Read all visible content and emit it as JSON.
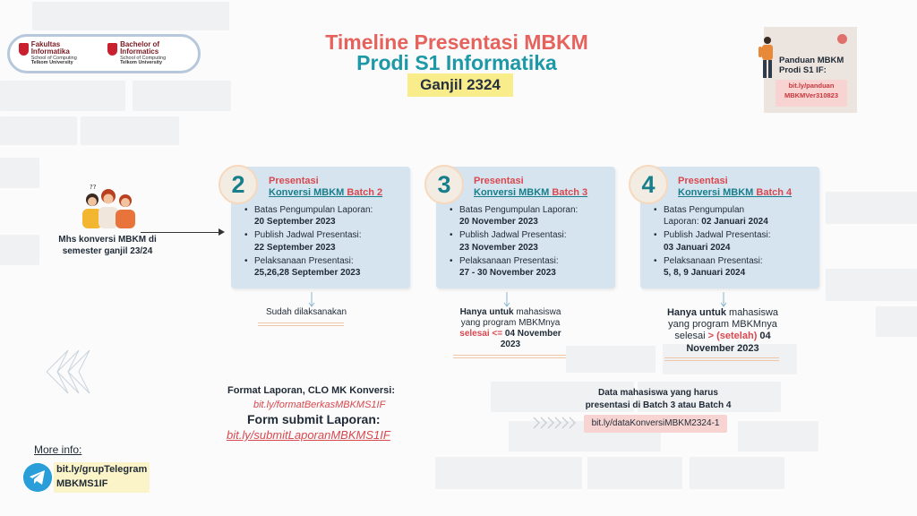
{
  "logos": {
    "left": {
      "line1": "Fakultas Informatika",
      "line2": "School of Computing",
      "line3": "Telkom University"
    },
    "right": {
      "line1": "Bachelor of Informatics",
      "line2": "School of Computing",
      "line3": "Telkom University"
    }
  },
  "title": {
    "line1": "Timeline Presentasi MBKM",
    "line2": "Prodi S1 Informatika",
    "term": "Ganjil 2324"
  },
  "guide": {
    "label_line1": "Panduan MBKM",
    "label_line2": "Prodi S1 IF:",
    "link_line1": "bit.ly/panduan",
    "link_line2": "MBKMVer310823"
  },
  "students": {
    "line1": "Mhs konversi MBKM di",
    "line2": "semester ganjil 23/24"
  },
  "batches": [
    {
      "number": "2",
      "title1": "Presentasi",
      "title2_prefix": "Konversi MBKM ",
      "title2_batch": "Batch 2",
      "items": [
        {
          "label": "Batas Pengumpulan Laporan:",
          "value": "20 September 2023"
        },
        {
          "label": "Publish Jadwal Presentasi:",
          "value": "22 September 2023"
        },
        {
          "label": "Pelaksanaan Presentasi:",
          "value": "25,26,28 September 2023"
        }
      ],
      "note": "Sudah dilaksanakan"
    },
    {
      "number": "3",
      "title1": "Presentasi",
      "title2_prefix": "Konversi MBKM ",
      "title2_batch": "Batch 3",
      "items": [
        {
          "label": "Batas Pengumpulan Laporan:",
          "value": "20 November 2023"
        },
        {
          "label": "Publish Jadwal Presentasi:",
          "value": "23 November 2023"
        },
        {
          "label": "Pelaksanaan Presentasi:",
          "value": "27 - 30 November 2023"
        }
      ],
      "note": {
        "bold1": "Hanya untuk",
        "text1": " mahasiswa",
        "line2": "yang program MBKMnya",
        "red": "selesai <=",
        "text3": " 04 November",
        "line4": "2023"
      }
    },
    {
      "number": "4",
      "title1": "Presentasi",
      "title2_prefix": "Konversi MBKM ",
      "title2_batch": "Batch 4",
      "items": [
        {
          "label": "Batas Pengumpulan",
          "label2": "Laporan: ",
          "value": "02 Januari 2024"
        },
        {
          "label": "Publish Jadwal Presentasi:",
          "value": "03 Januari 2024"
        },
        {
          "label": "Pelaksanaan Presentasi:",
          "value": "5, 8, 9 Januari 2024"
        }
      ],
      "note": {
        "bold1": "Hanya untuk",
        "text1": " mahasiswa",
        "line2": "yang program MBKMnya",
        "text3a": "selesai ",
        "red": "> (setelah)",
        "text3": " 04",
        "line4": "November 2023"
      }
    }
  ],
  "report": {
    "format_label": "Format Laporan, CLO MK Konversi:",
    "format_link": "bit.ly/formatBerkasMBKMS1IF",
    "form_label": "Form submit Laporan:",
    "form_link": "bit.ly/submitLaporanMBKMS1IF"
  },
  "data_students": {
    "line1": "Data mahasiswa yang harus",
    "line2": "presentasi di Batch 3 atau Batch 4",
    "link": "bit.ly/dataKonversiMBKM2324-1"
  },
  "more_info": {
    "label": "More info:",
    "link_line1": "bit.ly/grupTelegram",
    "link_line2": "MBKMS1IF"
  },
  "colors": {
    "accent_red": "#d9484e",
    "accent_teal": "#177f8c",
    "card_bg": "#d6e4ef",
    "highlight_yellow": "#f9ec8a",
    "link_bg_pink": "#f7d4d2",
    "telegram_blue": "#2a9ed8"
  },
  "icons": [
    "university-logo-icon",
    "person-icon",
    "students-illustration-icon",
    "down-arrow-icon",
    "chevrons-right-icon",
    "telegram-icon"
  ]
}
